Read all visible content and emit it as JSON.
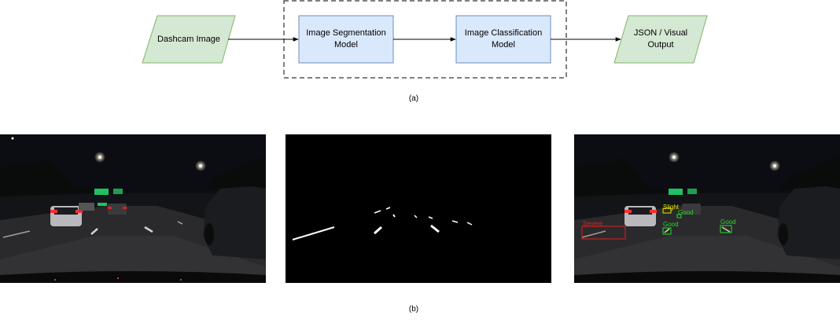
{
  "pipeline": {
    "input_label": "Dashcam Image",
    "segmentation_label": "Image Segmentation\nModel",
    "classification_label": "Image Classification\nModel",
    "output_label": "JSON / Visual\nOutput",
    "caption": "(a)",
    "colors": {
      "io_fill": "#d5e8d4",
      "io_stroke": "#82b366",
      "process_fill": "#dae8fc",
      "process_stroke": "#6c8ebf"
    }
  },
  "images": {
    "caption": "(b)",
    "panels": [
      "dashcam-photo",
      "segmentation-mask",
      "annotated-output"
    ],
    "annotations": [
      {
        "label": "Severe",
        "color": "#e02020"
      },
      {
        "label": "Slight",
        "color": "#e6e600"
      },
      {
        "label": "Good",
        "color": "#22dd22"
      },
      {
        "label": "Good",
        "color": "#22dd22"
      },
      {
        "label": "Good",
        "color": "#22dd22"
      }
    ]
  }
}
